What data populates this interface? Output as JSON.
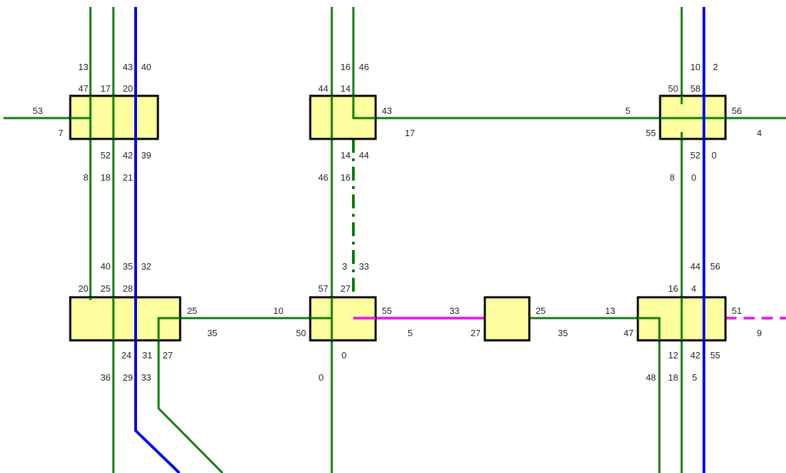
{
  "colors": {
    "background": "#ffffff",
    "box_fill": "#ffffa0",
    "box_stroke": "#000000",
    "green_line": "#0a7d0a",
    "blue_line": "#0000ee",
    "magenta_line": "#ee22ee",
    "label_text": "#222222"
  },
  "boxes": [
    {
      "id": "node-a"
    },
    {
      "id": "node-b"
    },
    {
      "id": "node-c"
    },
    {
      "id": "node-d"
    },
    {
      "id": "node-e"
    },
    {
      "id": "node-f"
    },
    {
      "id": "node-g"
    }
  ],
  "labels": {
    "a_top": [
      "13",
      "43",
      "40",
      "47",
      "17",
      "20"
    ],
    "a_left": [
      "53",
      "7"
    ],
    "a_bottom": [
      "52",
      "42",
      "39",
      "8",
      "18",
      "21"
    ],
    "d_top": [
      "40",
      "35",
      "32",
      "20",
      "25",
      "28"
    ],
    "d_right": [
      "25",
      "35"
    ],
    "d_bottom": [
      "24",
      "31",
      "27",
      "36",
      "29",
      "33"
    ],
    "b_top": [
      "16",
      "46",
      "44",
      "14"
    ],
    "b_right": [
      "43",
      "17"
    ],
    "b_bottom": [
      "14",
      "44",
      "46",
      "16"
    ],
    "e_top": [
      "3",
      "33",
      "57",
      "27"
    ],
    "e_left": [
      "10",
      "50"
    ],
    "e_right": [
      "55",
      "5"
    ],
    "e_bottom": [
      "0",
      "0"
    ],
    "f_left": [
      "33",
      "27"
    ],
    "f_right": [
      "25",
      "35"
    ],
    "c_top": [
      "10",
      "2",
      "50",
      "58"
    ],
    "c_left": [
      "5",
      "55"
    ],
    "c_right": [
      "56",
      "4"
    ],
    "c_bottom": [
      "52",
      "0",
      "8",
      "0"
    ],
    "g_top": [
      "44",
      "56",
      "16",
      "4"
    ],
    "g_left": [
      "13",
      "47"
    ],
    "g_right": [
      "51",
      "9"
    ],
    "g_bottom": [
      "12",
      "42",
      "55",
      "48",
      "18",
      "5"
    ]
  }
}
